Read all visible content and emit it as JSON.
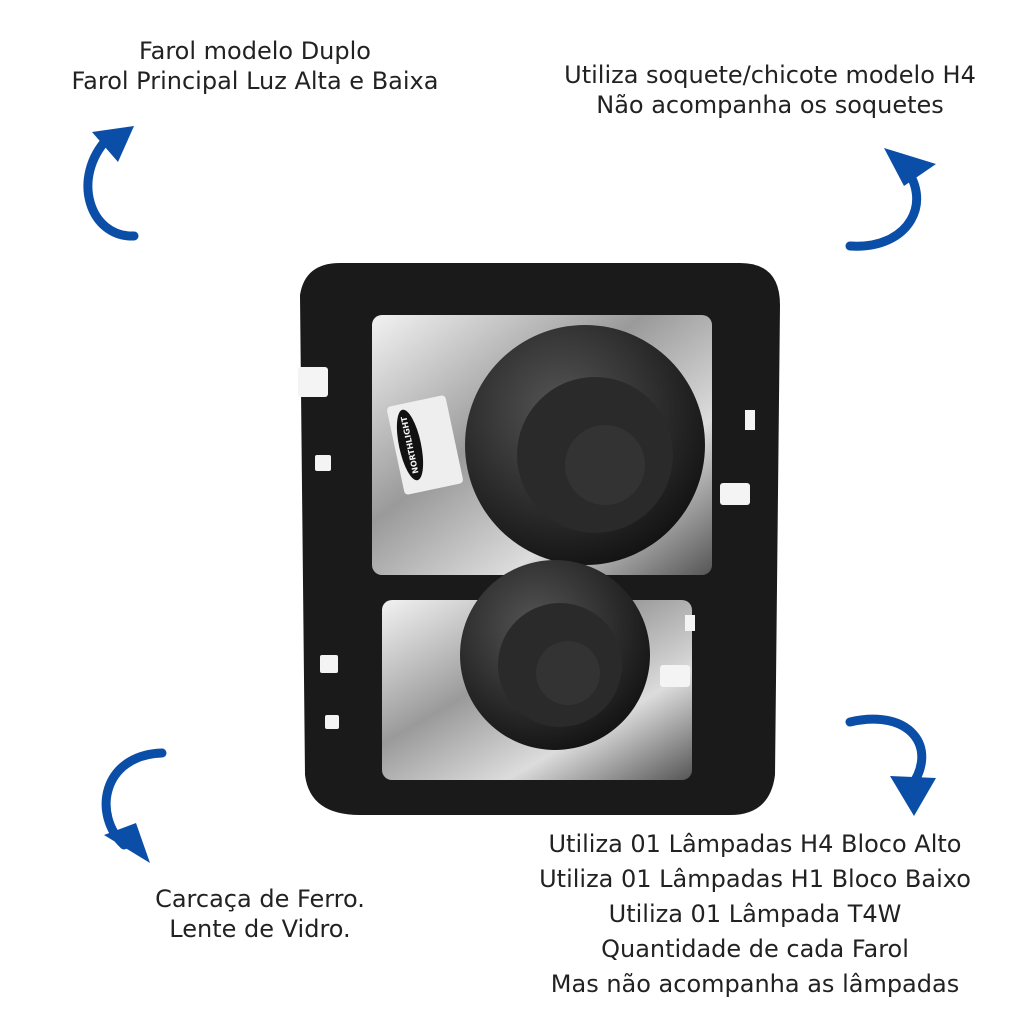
{
  "captions": {
    "top_left": [
      "Farol modelo Duplo",
      "Farol Principal Luz Alta e Baixa"
    ],
    "top_right": [
      "Utiliza soquete/chicote modelo H4",
      "Não acompanha os soquetes"
    ],
    "bottom_left": [
      "Carcaça de Ferro.",
      "Lente de Vidro."
    ],
    "bottom_right": [
      "Utiliza 01 Lâmpadas H4 Bloco Alto",
      "Utiliza 01 Lâmpadas H1 Bloco Baixo",
      "Utiliza 01 Lâmpada T4W",
      "Quantidade de cada Farol",
      "Mas não acompanha as lâmpadas"
    ]
  },
  "product_label_text": "NORTHLIGHT",
  "colors": {
    "arrow": "#0b4ea8",
    "frame": "#1a1a1a"
  }
}
